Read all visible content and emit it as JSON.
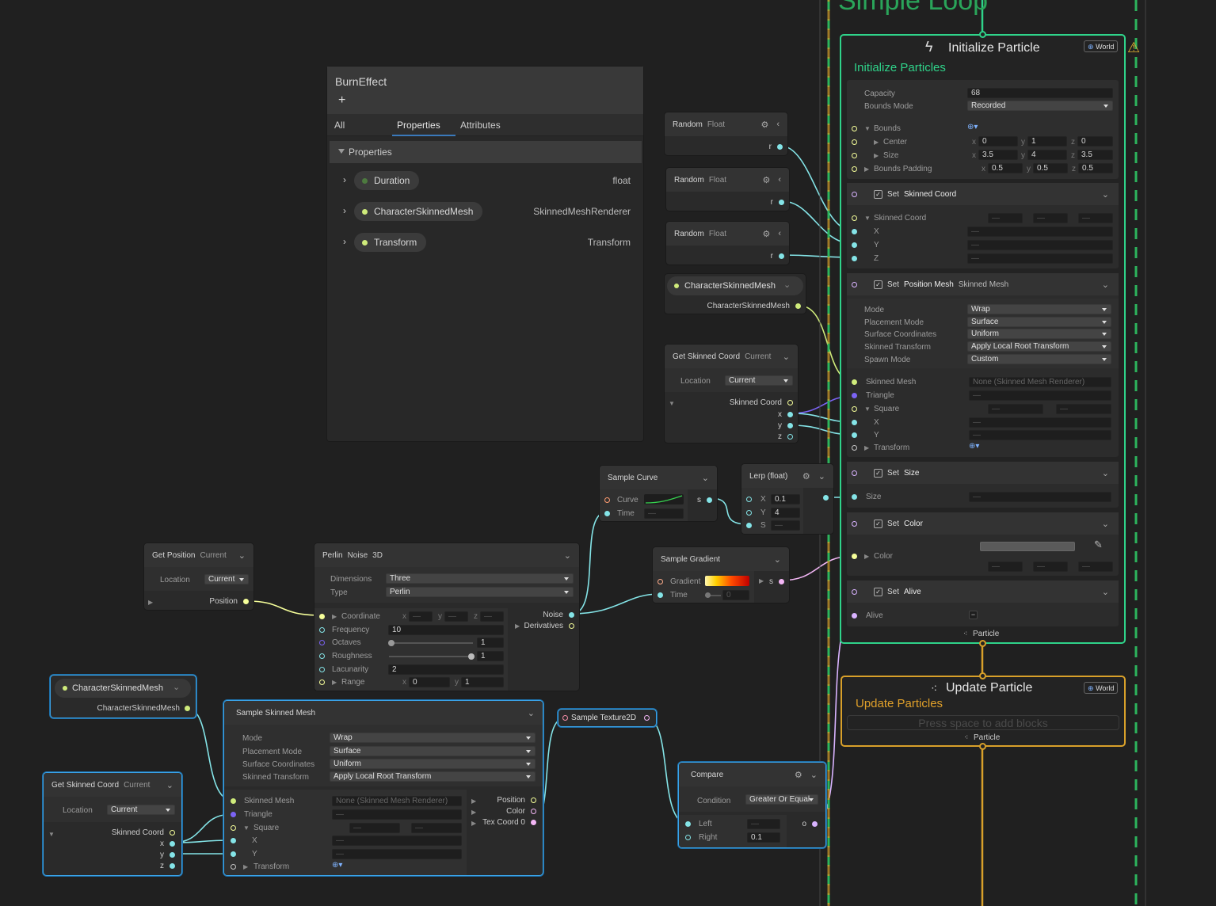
{
  "system_title": "Simple Loop",
  "blackboard": {
    "title": "BurnEffect",
    "add": "+",
    "tabs": [
      "All",
      "Properties",
      "Attributes"
    ],
    "section": "Properties",
    "items": [
      {
        "name": "Duration",
        "type": "float",
        "dot": "#4d7a3f"
      },
      {
        "name": "CharacterSkinnedMesh",
        "type": "SkinnedMeshRenderer",
        "dot": "#cfeb7b"
      },
      {
        "name": "Transform",
        "type": "Transform",
        "dot": "#cfeb7b"
      }
    ]
  },
  "random_nodes": [
    {
      "title": "Random",
      "sub": "Float",
      "out": "r"
    },
    {
      "title": "Random",
      "sub": "Float",
      "out": "r"
    },
    {
      "title": "Random",
      "sub": "Float",
      "out": "r"
    }
  ],
  "prop_mesh_top": {
    "label": "CharacterSkinnedMesh",
    "out": "CharacterSkinnedMesh"
  },
  "skinned_coord_top": {
    "title": "Get Skinned Coord",
    "sub": "Current",
    "location_label": "Location",
    "location": "Current",
    "out": "Skinned Coord",
    "x": "x",
    "y": "y",
    "z": "z"
  },
  "sample_curve": {
    "title": "Sample Curve",
    "curve": "Curve",
    "time": "Time",
    "out": "s"
  },
  "lerp": {
    "title": "Lerp (float)",
    "x_label": "X",
    "x": "0.1",
    "y_label": "Y",
    "y": "4",
    "s_label": "S"
  },
  "sample_gradient": {
    "title": "Sample Gradient",
    "gradient": "Gradient",
    "time": "Time",
    "time_val": "0",
    "out": "s"
  },
  "get_position": {
    "title": "Get Position",
    "sub": "Current",
    "location_label": "Location",
    "location": "Current",
    "out": "Position"
  },
  "perlin": {
    "title": "Perlin",
    "sub1": "Noise",
    "sub2": "3D",
    "dimensions_label": "Dimensions",
    "dimensions": "Three",
    "type_label": "Type",
    "type": "Perlin",
    "coordinate": "Coordinate",
    "x": "x",
    "y": "y",
    "z": "z",
    "frequency_label": "Frequency",
    "frequency": "10",
    "octaves_label": "Octaves",
    "octaves": "1",
    "roughness_label": "Roughness",
    "roughness": "1",
    "lacunarity_label": "Lacunarity",
    "lacunarity": "2",
    "range_label": "Range",
    "range_x": "0",
    "range_y": "1",
    "out_noise": "Noise",
    "out_deriv": "Derivatives"
  },
  "prop_mesh_bottom": {
    "label": "CharacterSkinnedMesh",
    "out": "CharacterSkinnedMesh"
  },
  "skinned_coord_bottom": {
    "title": "Get Skinned Coord",
    "sub": "Current",
    "location_label": "Location",
    "location": "Current",
    "out": "Skinned Coord",
    "x": "x",
    "y": "y",
    "z": "z"
  },
  "sample_skinned_mesh": {
    "title": "Sample Skinned Mesh",
    "mode_label": "Mode",
    "mode": "Wrap",
    "placement_label": "Placement Mode",
    "placement": "Surface",
    "surface_label": "Surface Coordinates",
    "surface": "Uniform",
    "transform_label": "Skinned Transform",
    "transform": "Apply Local Root Transform",
    "mesh_label": "Skinned Mesh",
    "mesh": "None (Skinned Mesh Renderer)",
    "triangle": "Triangle",
    "square": "Square",
    "sx": "X",
    "sy": "Y",
    "transform_in": "Transform",
    "out_pos": "Position",
    "out_color": "Color",
    "out_tex": "Tex Coord 0"
  },
  "sample_texture": {
    "title": "Sample Texture2D"
  },
  "compare": {
    "title": "Compare",
    "condition_label": "Condition",
    "condition": "Greater Or Equal",
    "left": "Left",
    "right": "Right",
    "right_val": "0.1",
    "out": "o"
  },
  "init_context": {
    "title": "Initialize Particle",
    "space": "World",
    "subtitle": "Initialize Particles",
    "capacity_label": "Capacity",
    "capacity": "68",
    "bounds_mode_label": "Bounds Mode",
    "bounds_mode": "Recorded",
    "bounds": "Bounds",
    "center": "Center",
    "size": "Size",
    "padding": "Bounds Padding",
    "center_x": "0",
    "center_y": "1",
    "center_z": "0",
    "size_x": "3.5",
    "size_y": "4",
    "size_z": "3.5",
    "pad_x": "0.5",
    "pad_y": "0.5",
    "pad_z": "0.5",
    "footer": "Particle"
  },
  "block_set_skinned": {
    "label": "Set",
    "name": "Skinned Coord",
    "field": "Skinned Coord",
    "x": "X",
    "y": "Y",
    "z": "Z"
  },
  "block_pos_mesh": {
    "label": "Set",
    "name": "Position Mesh",
    "sub": "Skinned Mesh",
    "mode_label": "Mode",
    "mode": "Wrap",
    "placement_label": "Placement Mode",
    "placement": "Surface",
    "surface_label": "Surface Coordinates",
    "surface": "Uniform",
    "transform_label": "Skinned Transform",
    "transform": "Apply Local Root Transform",
    "spawn_label": "Spawn Mode",
    "spawn": "Custom",
    "mesh_label": "Skinned Mesh",
    "mesh": "None (Skinned Mesh Renderer)",
    "triangle": "Triangle",
    "square": "Square",
    "sx": "X",
    "sy": "Y",
    "transform_in": "Transform"
  },
  "block_size": {
    "label": "Set",
    "name": "Size",
    "field": "Size"
  },
  "block_color": {
    "label": "Set",
    "name": "Color",
    "field": "Color"
  },
  "block_alive": {
    "label": "Set",
    "name": "Alive",
    "field": "Alive"
  },
  "update_context": {
    "title": "Update Particle",
    "space": "World",
    "subtitle": "Update Particles",
    "placeholder": "Press space to add blocks",
    "footer": "Particle"
  },
  "colors": {
    "init_border": "#2fd38a",
    "update_border": "#d8a02a",
    "selection": "#3aa3e8",
    "system_border": "#2db55d"
  }
}
